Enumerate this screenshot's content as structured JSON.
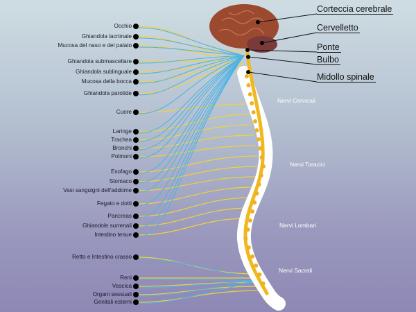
{
  "organs": [
    "Occhio",
    "Ghiandola lacrimale",
    "Mucosa del naso e del palato",
    "Ghiandola submascellare",
    "Ghiandola sublinguale",
    "Mucosa della bocca",
    "Ghiandola parotide",
    "Cuore",
    "Laringe",
    "Trachea",
    "Bronchi",
    "Polmoni",
    "Esofago",
    "Stomaco",
    "Vasi sanguigni dell'addome",
    "Fegato e dotti",
    "Pancreas",
    "Ghiandole surrenali",
    "Intestino tenue",
    "Retto e Intestino crasso",
    "Reni",
    "Vescica",
    "Organi sessuali",
    "Genitali esterni"
  ],
  "brain_parts": [
    "Corteccia cerebrale",
    "Cervelletto",
    "Ponte",
    "Bulbo",
    "Midollo spinale"
  ],
  "nerve_groups": [
    "Nervi Cervicali",
    "Nervi Toracici",
    "Nervi Lombari",
    "Nervi Sacrali"
  ],
  "colors": {
    "sympathetic": "#f2d23a",
    "parasympathetic": "#4fb3e6",
    "brain": "#9b4a30",
    "spine": "#ffffff"
  }
}
